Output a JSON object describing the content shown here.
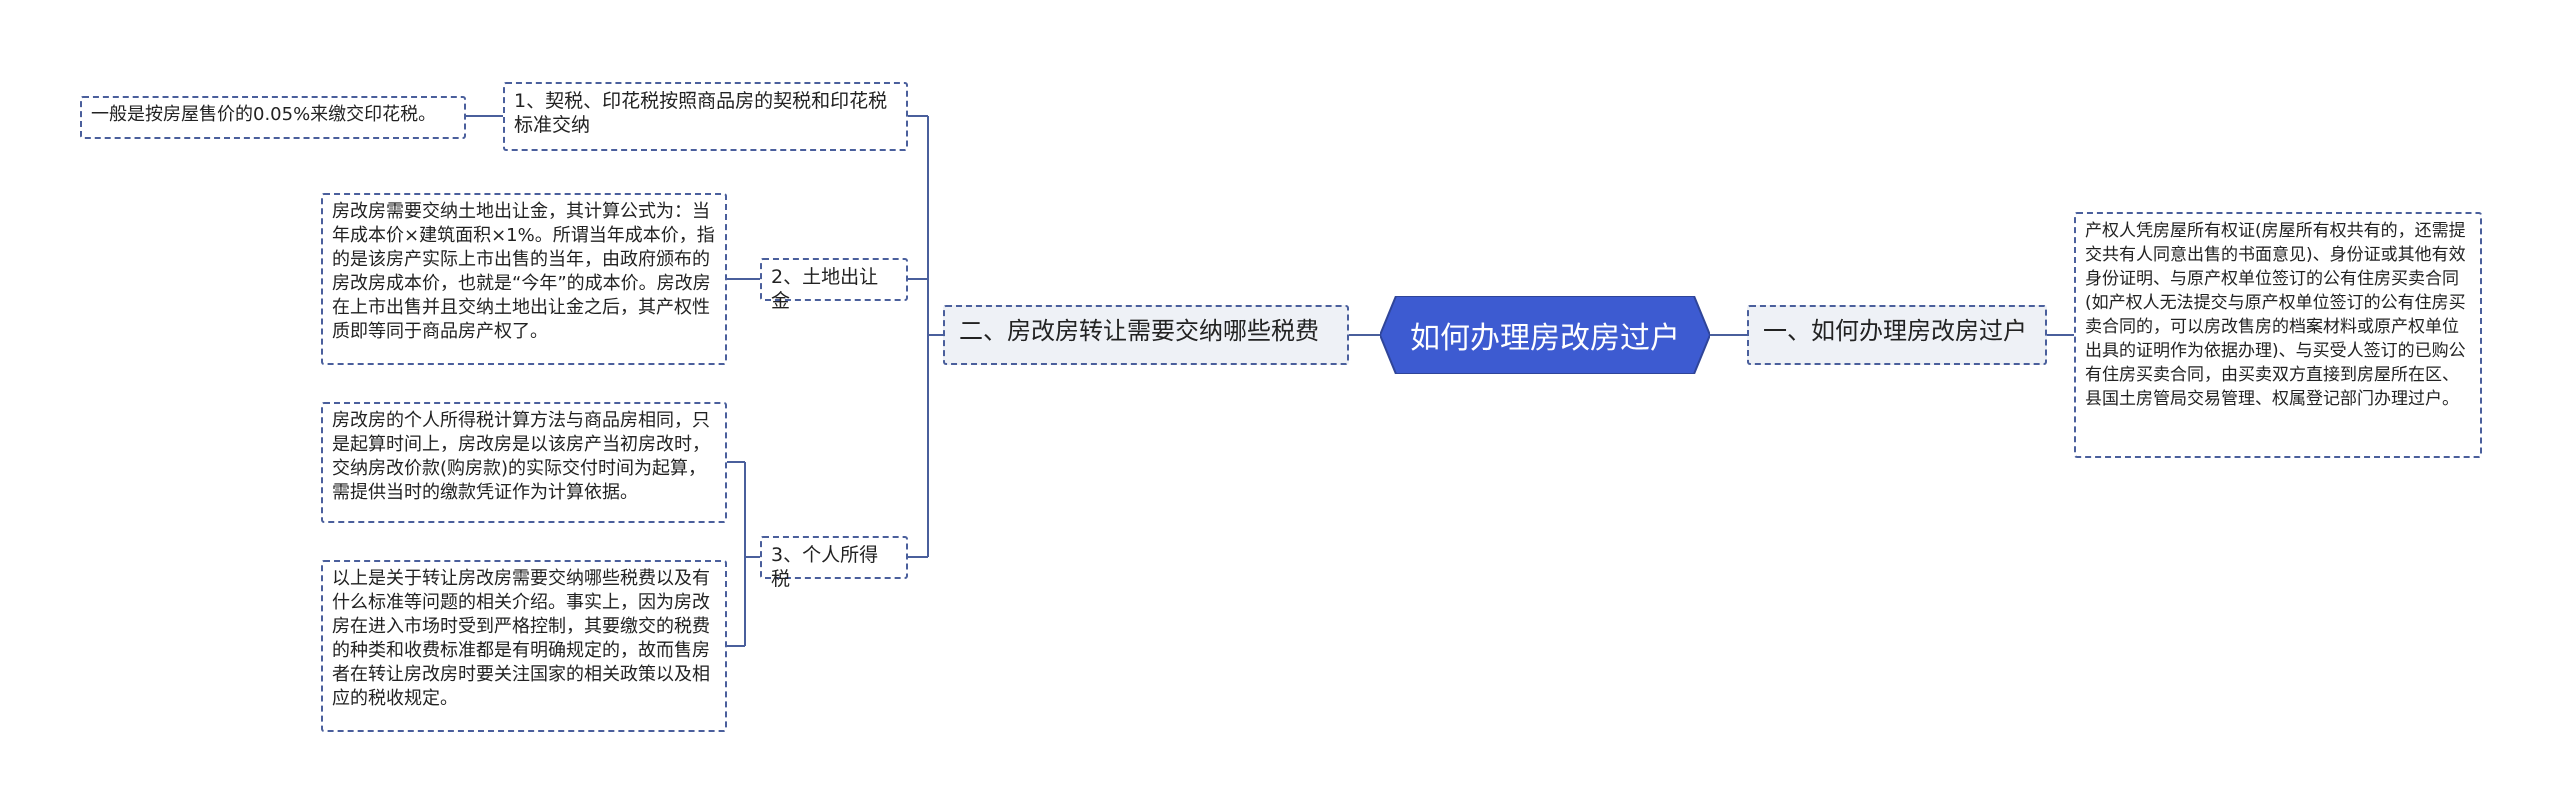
{
  "root": {
    "label": "如何办理房改房过户",
    "fill": "#3d5bd1",
    "stroke": "#2f4599"
  },
  "colors": {
    "line": "#4a5f9c",
    "subfill": "#eef1f6"
  },
  "right": {
    "label": "一、如何办理房改房过户",
    "detail": "产权人凭房屋所有权证(房屋所有权共有的，还需提交共有人同意出售的书面意见)、身份证或其他有效身份证明、与原产权单位签订的公有住房买卖合同(如产权人无法提交与原产权单位签订的公有住房买卖合同的，可以房改售房的档案材料或原产权单位出具的证明作为依据办理)、与买受人签订的已购公有住房买卖合同，由买卖双方直接到房屋所在区、县国土房管局交易管理、权属登记部门办理过户。"
  },
  "left": {
    "label": "二、房改房转让需要交纳哪些税费",
    "items": [
      {
        "label": "1、契税、印花税按照商品房的契税和印花税标准交纳",
        "detail": "一般是按房屋售价的0.05%来缴交印花税。"
      },
      {
        "label": "2、土地出让金",
        "detail": "房改房需要交纳土地出让金，其计算公式为：当年成本价×建筑面积×1%。所谓当年成本价，指的是该房产实际上市出售的当年，由政府颁布的房改房成本价，也就是“今年”的成本价。房改房在上市出售并且交纳土地出让金之后，其产权性质即等同于商品房产权了。"
      },
      {
        "label": "3、个人所得税",
        "detail": "房改房的个人所得税计算方法与商品房相同，只是起算时间上，房改房是以该房产当初房改时，交纳房改价款(购房款)的实际交付时间为起算，需提供当时的缴款凭证作为计算依据。",
        "detail2": "以上是关于转让房改房需要交纳哪些税费以及有什么标准等问题的相关介绍。事实上，因为房改房在进入市场时受到严格控制，其要缴交的税费的种类和收费标准都是有明确规定的，故而售房者在转让房改房时要关注国家的相关政策以及相应的税收规定。"
      }
    ]
  }
}
